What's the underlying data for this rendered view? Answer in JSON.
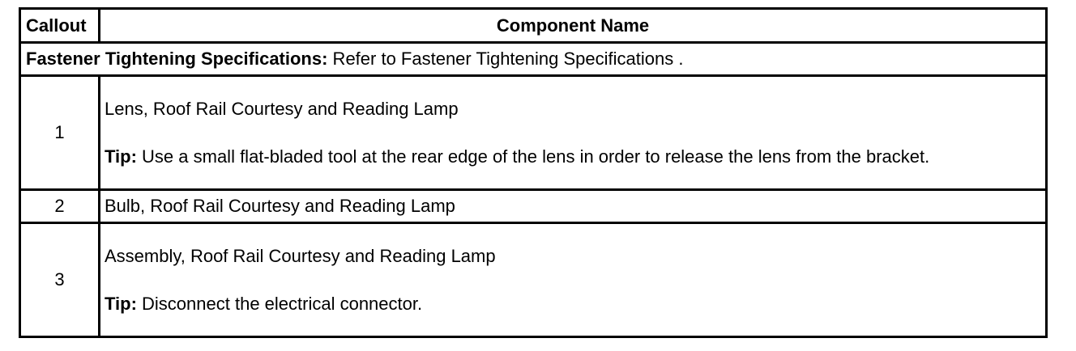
{
  "table": {
    "headers": {
      "callout": "Callout",
      "component_name": "Component Name"
    },
    "fastener": {
      "label": "Fastener Tightening Specifications:",
      "text": " Refer to Fastener Tightening Specifications ."
    },
    "rows": [
      {
        "callout": "1",
        "name": "Lens, Roof Rail Courtesy and Reading Lamp",
        "tip_label": "Tip:",
        "tip_text": " Use a small flat-bladed tool at the rear edge of the lens in order to release the lens from the bracket."
      },
      {
        "callout": "2",
        "name": "Bulb, Roof Rail Courtesy and Reading Lamp"
      },
      {
        "callout": "3",
        "name": "Assembly, Roof Rail Courtesy and Reading Lamp",
        "tip_label": "Tip:",
        "tip_text": " Disconnect the electrical connector."
      }
    ]
  }
}
